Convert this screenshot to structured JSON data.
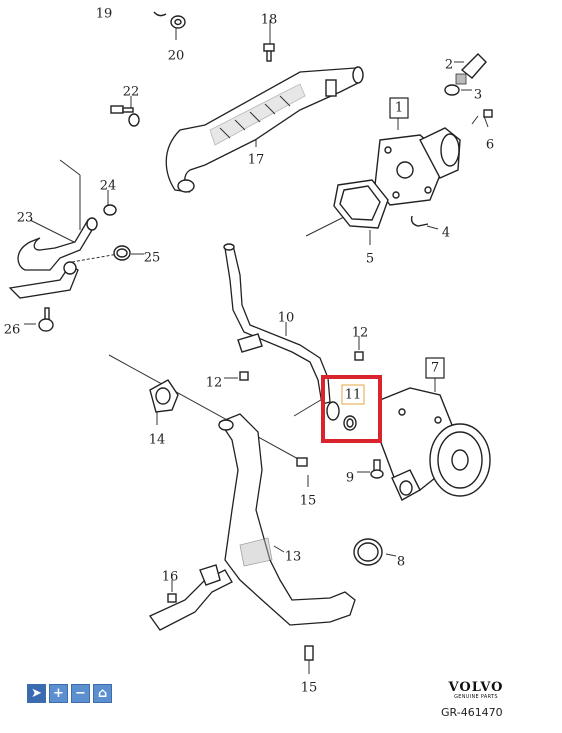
{
  "callouts": [
    {
      "id": "top-partial",
      "text": "19"
    },
    {
      "id": "20",
      "text": "20"
    },
    {
      "id": "18",
      "text": "18"
    },
    {
      "id": "2",
      "text": "2"
    },
    {
      "id": "3",
      "text": "3"
    },
    {
      "id": "1",
      "text": "1",
      "boxed": true
    },
    {
      "id": "6",
      "text": "6"
    },
    {
      "id": "22",
      "text": "22"
    },
    {
      "id": "17",
      "text": "17"
    },
    {
      "id": "24",
      "text": "24"
    },
    {
      "id": "23",
      "text": "23"
    },
    {
      "id": "4",
      "text": "4"
    },
    {
      "id": "5",
      "text": "5"
    },
    {
      "id": "25",
      "text": "25"
    },
    {
      "id": "26",
      "text": "26"
    },
    {
      "id": "10",
      "text": "10"
    },
    {
      "id": "12a",
      "text": "12"
    },
    {
      "id": "12b",
      "text": "12"
    },
    {
      "id": "7",
      "text": "7",
      "boxed": true
    },
    {
      "id": "11",
      "text": "11",
      "highlighted": true
    },
    {
      "id": "14",
      "text": "14"
    },
    {
      "id": "9",
      "text": "9"
    },
    {
      "id": "15a",
      "text": "15"
    },
    {
      "id": "13",
      "text": "13"
    },
    {
      "id": "8",
      "text": "8"
    },
    {
      "id": "16",
      "text": "16"
    },
    {
      "id": "15b",
      "text": "15"
    }
  ],
  "highlight_color": "#d9232d",
  "toolbar": {
    "buttons": [
      {
        "name": "select-tool-button",
        "glyph": "➤"
      },
      {
        "name": "zoom-in-button",
        "glyph": "+"
      },
      {
        "name": "zoom-out-button",
        "glyph": "−"
      },
      {
        "name": "home-button",
        "glyph": "⌂"
      }
    ]
  },
  "brand": {
    "name": "VOLVO",
    "tagline": "GENUINE PARTS"
  },
  "graphic_ref": "GR-461470"
}
